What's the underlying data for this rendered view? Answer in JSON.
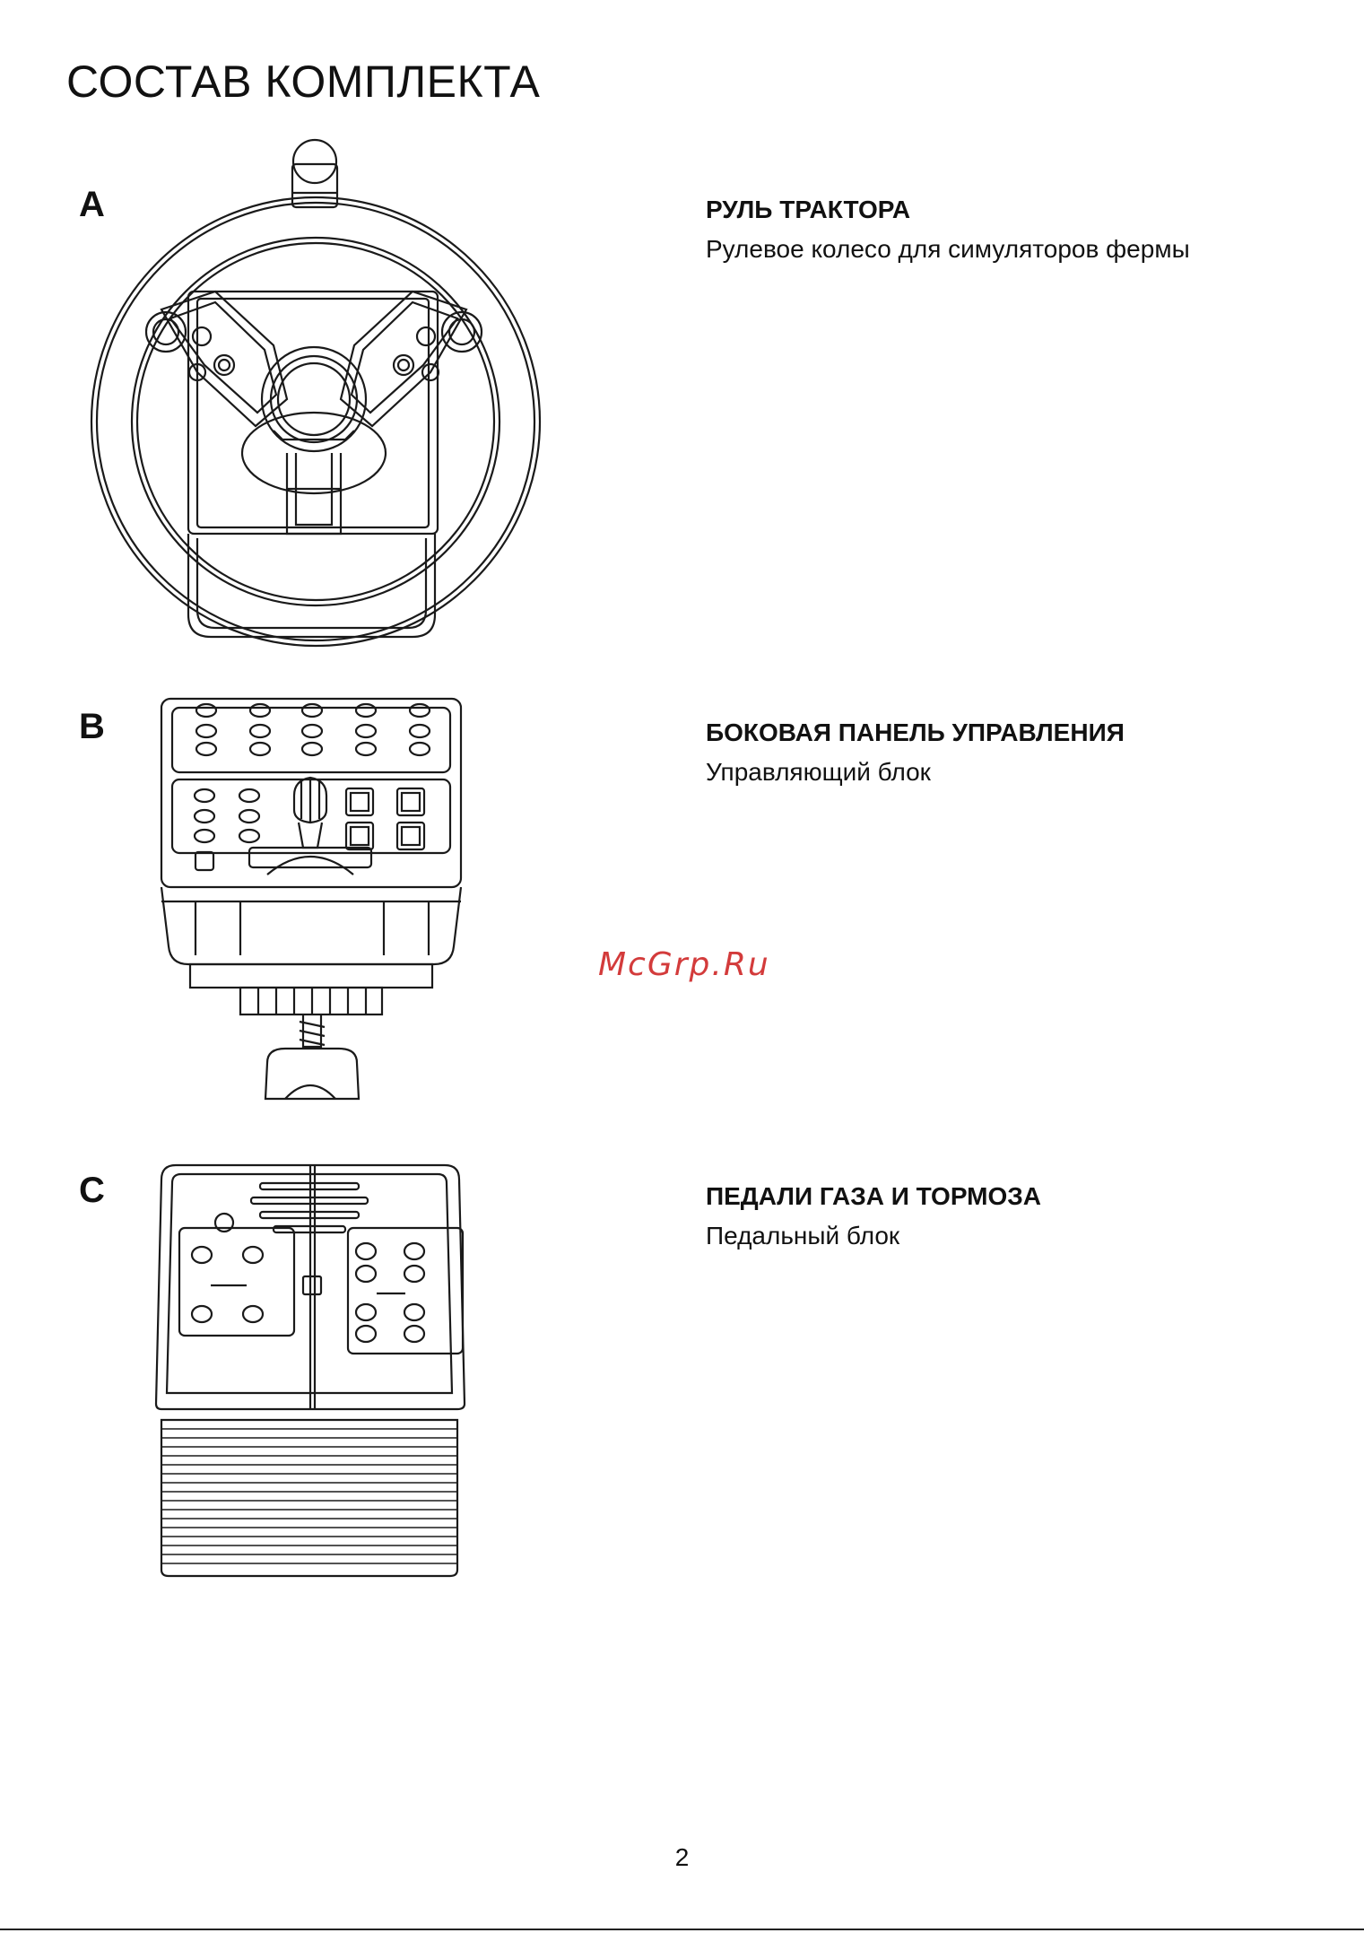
{
  "page": {
    "title": "СОСТАВ КОМПЛЕКТА",
    "watermark": "McGrp.Ru",
    "page_number": "2"
  },
  "items": [
    {
      "letter": "A",
      "name": "РУЛЬ ТРАКТОРА",
      "description": "Рулевое колесо для симуляторов фермы",
      "drawing_icon": "steering-wheel-icon"
    },
    {
      "letter": "B",
      "name": "БОКОВАЯ ПАНЕЛЬ УПРАВЛЕНИЯ",
      "description": "Управляющий блок",
      "drawing_icon": "side-control-panel-icon"
    },
    {
      "letter": "C",
      "name": "ПЕДАЛИ ГАЗА И ТОРМОЗА",
      "description": "Педальный блок",
      "drawing_icon": "pedals-icon"
    }
  ],
  "colors": {
    "text": "#111111",
    "watermark": "#d33b3b",
    "line_art": "#1a1a1a"
  }
}
